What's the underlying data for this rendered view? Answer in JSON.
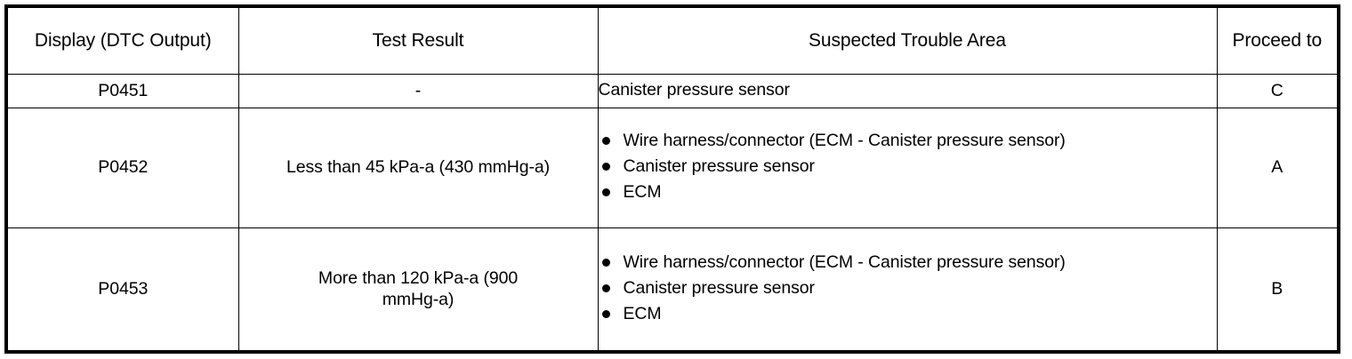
{
  "table": {
    "headers": [
      {
        "id": "display-dtc-output",
        "label": "Display (DTC Output)"
      },
      {
        "id": "test-result",
        "label": "Test Result"
      },
      {
        "id": "suspected-trouble-area",
        "label": "Suspected Trouble Area"
      },
      {
        "id": "proceed-to",
        "label": "Proceed to"
      }
    ],
    "rows": [
      {
        "dtc": "P0451",
        "test_result": "-",
        "trouble_area": [
          "Canister pressure sensor"
        ],
        "proceed_to": "C"
      },
      {
        "dtc": "P0452",
        "test_result": "Less than 45 kPa-a (430 mmHg-a)",
        "trouble_area": [
          "Wire harness/connector (ECM - Canister pressure sensor)",
          "Canister pressure sensor",
          "ECM"
        ],
        "proceed_to": "A"
      },
      {
        "dtc": "P0453",
        "test_result": "More than 120 kPa-a (900 mmHg-a)",
        "trouble_area": [
          "Wire harness/connector (ECM - Canister pressure sensor)",
          "Canister pressure sensor",
          "ECM"
        ],
        "proceed_to": "B"
      }
    ]
  },
  "colors": {
    "border": "#000000",
    "text": "#000000",
    "background": "#ffffff"
  }
}
